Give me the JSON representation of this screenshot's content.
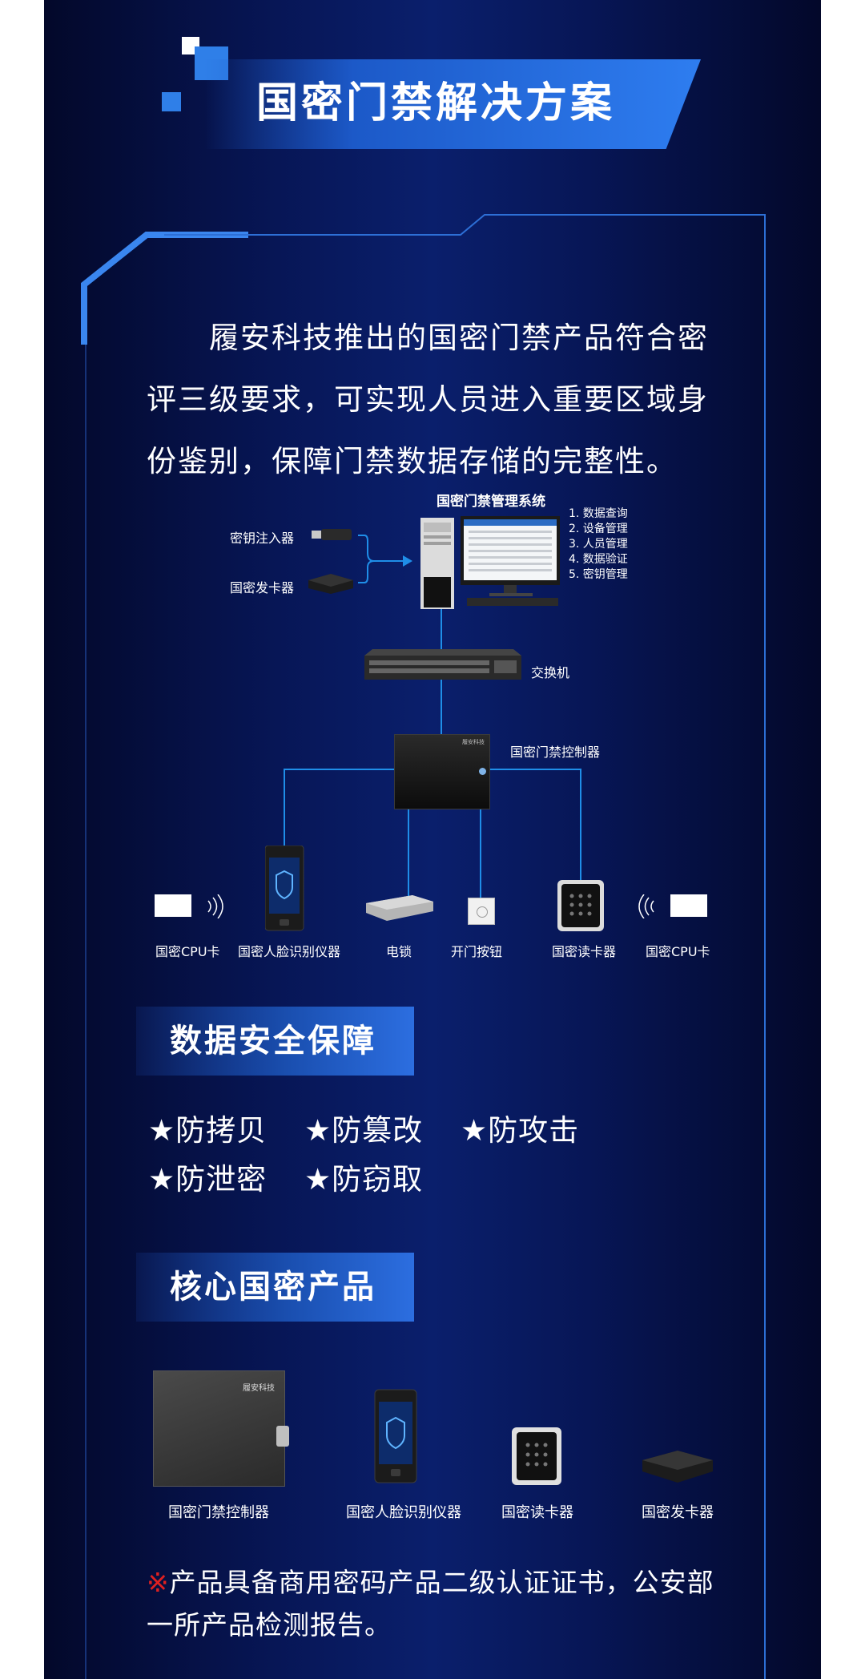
{
  "header": {
    "title": "国密门禁解决方案"
  },
  "intro": {
    "lines": [
      "履安科技推出的国密门禁产品符合密",
      "评三级要求，可实现人员进入重要区域身",
      "份鉴别，保障门禁数据存储的完整性。"
    ]
  },
  "diagram": {
    "system_title": "国密门禁管理系统",
    "functions": [
      "1. 数据查询",
      "2. 设备管理",
      "3. 人员管理",
      "4. 数据验证",
      "5. 密钥管理"
    ],
    "key_injector": "密钥注入器",
    "card_issuer": "国密发卡器",
    "switch": "交换机",
    "controller": "国密门禁控制器",
    "controller_brand": "履安科技",
    "endpoints": [
      "国密CPU卡",
      "国密人脸识别仪器",
      "电锁",
      "开门按钮",
      "国密读卡器",
      "国密CPU卡"
    ]
  },
  "data_security": {
    "title": "数据安全保障",
    "features": [
      "★防拷贝",
      "★防篡改",
      "★防攻击",
      "★防泄密",
      "★防窃取"
    ]
  },
  "core_products": {
    "title": "核心国密产品",
    "brand": "履安科技",
    "items": [
      "国密门禁控制器",
      "国密人脸识别仪器",
      "国密读卡器",
      "国密发卡器"
    ]
  },
  "note": {
    "mark": "※",
    "text": "产品具备商用密码产品二级认证证书，公安部一所产品检测报告。"
  },
  "colors": {
    "background_center": "#0a1f6c",
    "accent_blue": "#2e7df0",
    "line_blue": "#1f8ee8",
    "note_mark": "#e02020"
  }
}
